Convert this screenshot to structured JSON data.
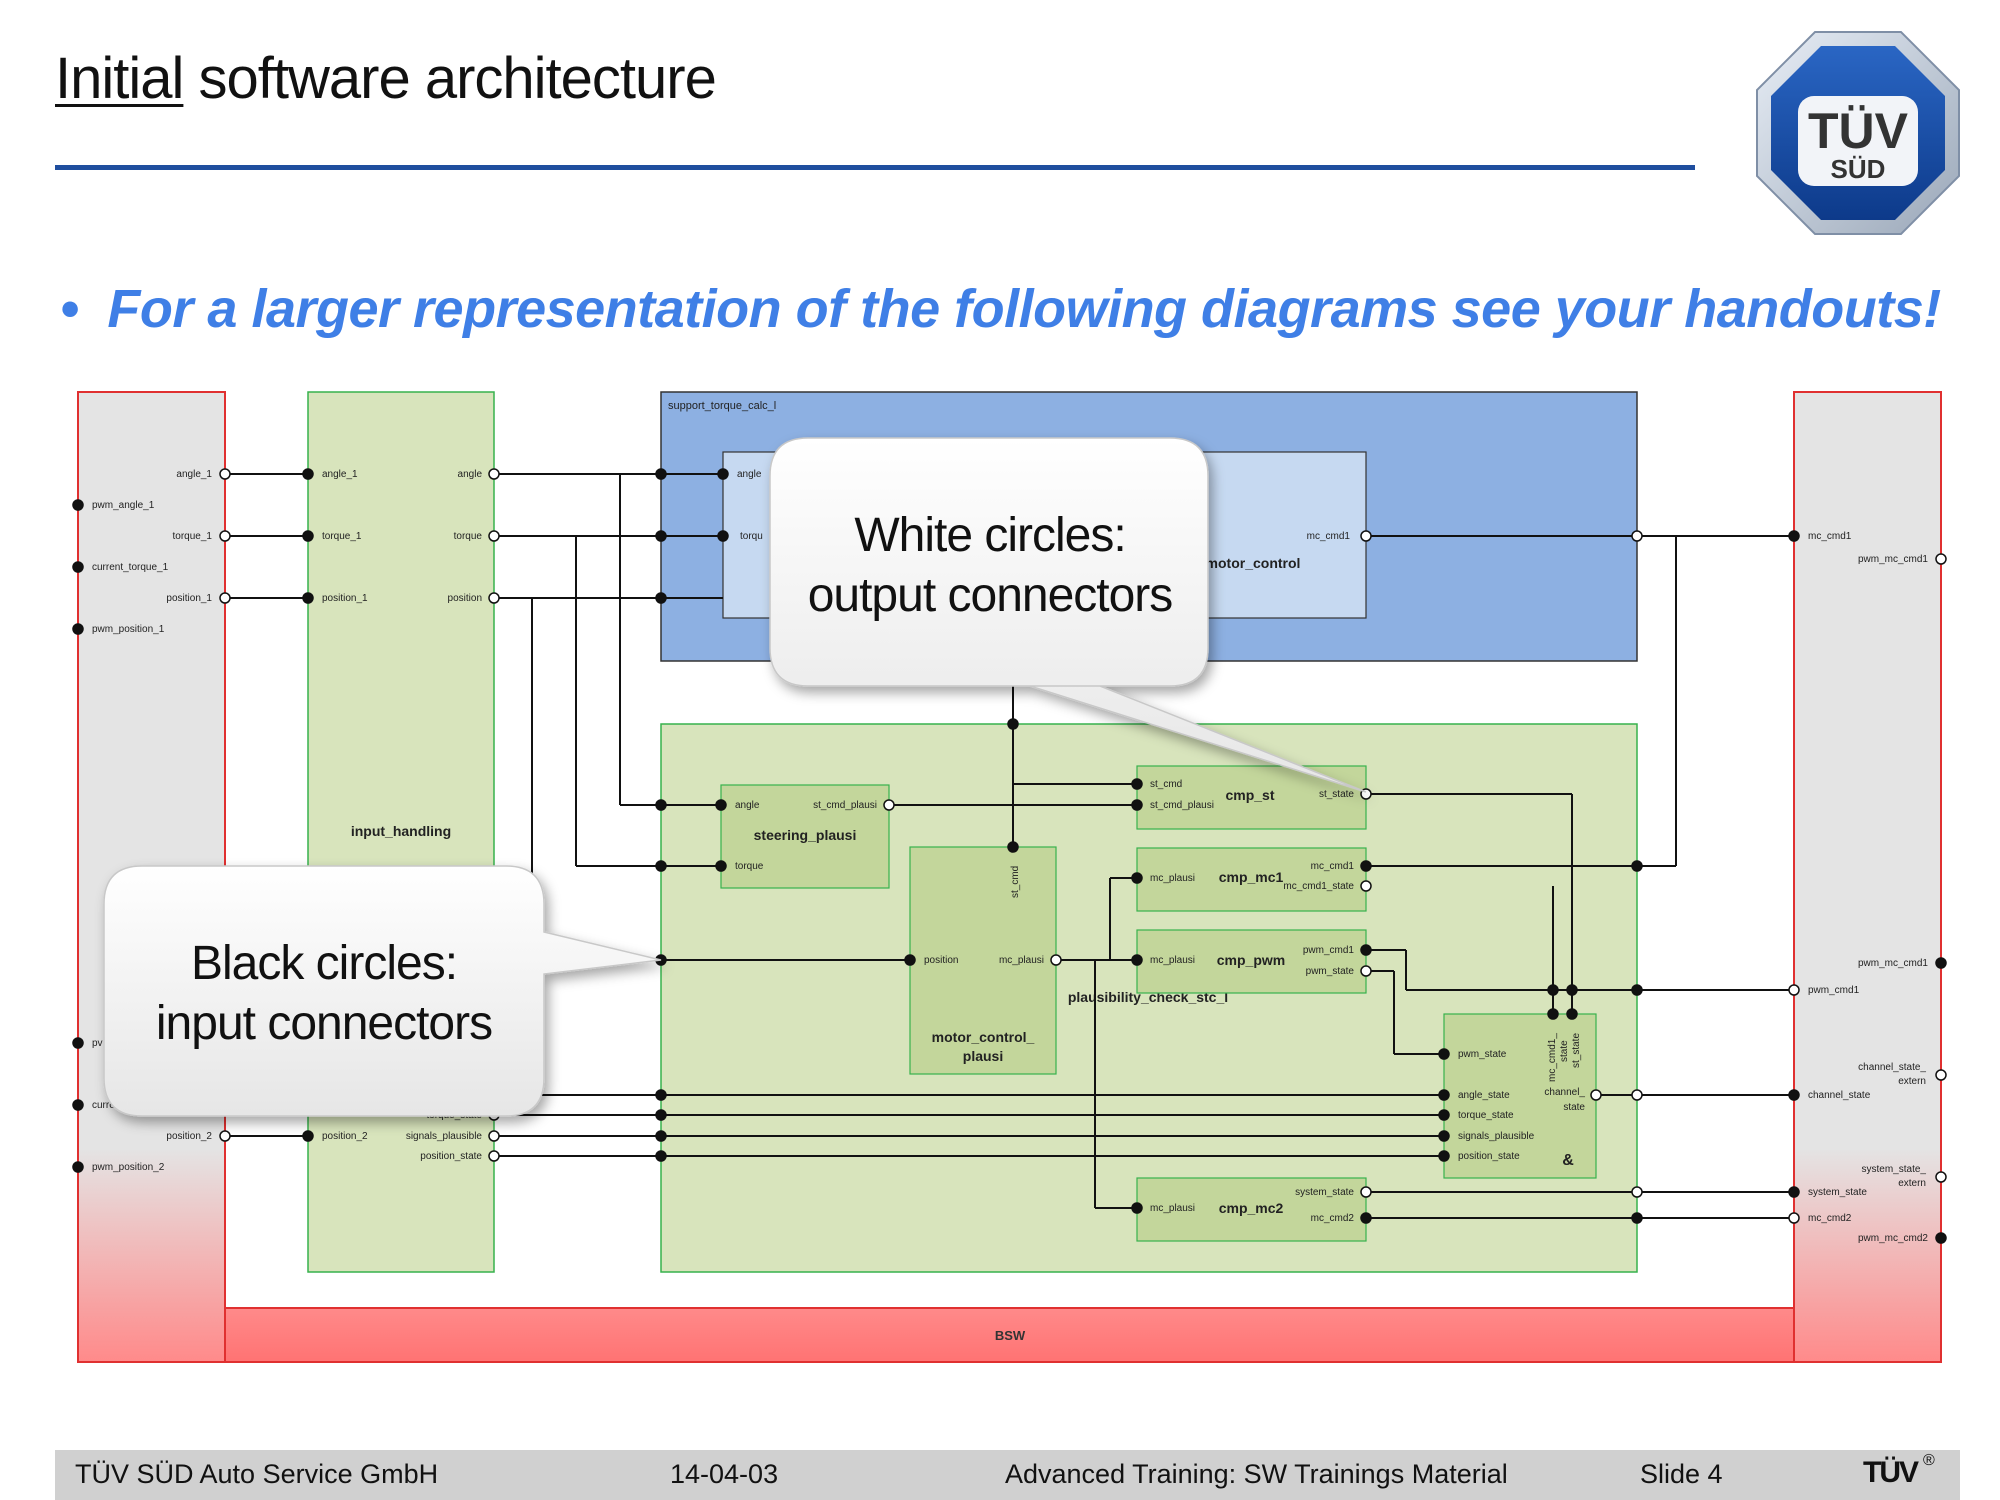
{
  "slide": {
    "title_underlined": "Initial",
    "title_rest": " software architecture",
    "bullet": "For a larger representation of the following diagrams see your handouts!",
    "logo_top": "TÜV",
    "logo_bottom": "SÜD"
  },
  "callouts": {
    "white_line1": "White circles:",
    "white_line2": "output connectors",
    "black_line1": "Black circles:",
    "black_line2": "input connectors"
  },
  "diagram": {
    "support_block": "support_torque_calc_l",
    "motor_control": "motor_control",
    "input_handling": "input_handling",
    "steering_plausi": "steering_plausi",
    "mcp_line1": "motor_control_",
    "mcp_line2": "plausi",
    "plausibility_block": "plausibility_check_stc_l",
    "bsw": "BSW",
    "cmp_st": "cmp_st",
    "cmp_mc1": "cmp_mc1",
    "cmp_pwm": "cmp_pwm",
    "cmp_mc2": "cmp_mc2",
    "and_symbol": "&",
    "left_ports": [
      "angle_1",
      "pwm_angle_1",
      "torque_1",
      "current_torque_1",
      "position_1",
      "pwm_position_1",
      "pv",
      "curre",
      "position_2",
      "pwm_position_2"
    ],
    "ih_inputs": [
      "angle_1",
      "torque_1",
      "position_1",
      "position_2"
    ],
    "ih_outputs": [
      "angle",
      "torque",
      "position",
      "torque_state",
      "signals_plausible",
      "position_state"
    ],
    "mc_ports": [
      "angle",
      "torqu",
      "mc_cmd1"
    ],
    "sp_ports": [
      "angle",
      "torque",
      "st_cmd_plausi"
    ],
    "mcp_ports": [
      "st_cmd",
      "position",
      "mc_plausi"
    ],
    "cmp_st_ports": [
      "st_cmd",
      "st_cmd_plausi",
      "st_state"
    ],
    "cmp_mc1_ports": [
      "mc_plausi",
      "mc_cmd1",
      "mc_cmd1_state"
    ],
    "cmp_pwm_ports": [
      "mc_plausi",
      "pwm_cmd1",
      "pwm_state"
    ],
    "cmp_mc2_ports": [
      "mc_plausi",
      "system_state",
      "mc_cmd2"
    ],
    "and_ports": [
      "pwm_state",
      "angle_state",
      "torque_state",
      "signals_plausible",
      "position_state",
      "mc_cmd1_",
      "state",
      "st_state",
      "channel_",
      "state"
    ],
    "right_ports": [
      "mc_cmd1",
      "pwm_mc_cmd1",
      "pwm_mc_cmd1",
      "pwm_cmd1",
      "channel_state_",
      "extern",
      "channel_state",
      "system_state_",
      "extern",
      "system_state",
      "mc_cmd2",
      "pwm_mc_cmd2"
    ]
  },
  "footer": {
    "company": "TÜV SÜD Auto Service GmbH",
    "date": "14-04-03",
    "course": "Advanced Training: SW Trainings Material",
    "slide": "Slide 4",
    "brand": "TÜV",
    "reg": "®"
  },
  "colors": {
    "accent_blue": "#3f7fe6",
    "rule_blue": "#1f4e9e",
    "red_border": "#e03030",
    "green_fill": "#d8e4bc",
    "green_inner": "#c3d69b",
    "blue_fill": "#8db0e2",
    "blue_inner": "#c6d9f1"
  }
}
